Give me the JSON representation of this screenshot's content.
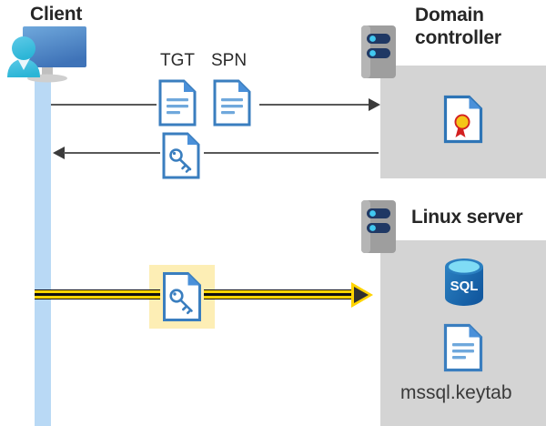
{
  "diagram": {
    "title": "Kerberos authentication flow between client, domain controller and Linux server",
    "background": "#ffffff",
    "colors": {
      "lifeline": "#b9d9f5",
      "zone_gray": "#d4d4d4",
      "line_gray": "#595959",
      "highlight_yellow": "#fdeeb5",
      "arrow_gold": "#ffd400",
      "doc_blue": "#3a7ebf",
      "sql_blue": "#1c6bb0",
      "seal_gold": "#f5c518",
      "seal_red": "#d32020",
      "server_gray": "#9e9e9e",
      "server_navy": "#1f3864",
      "server_dot": "#41c8f0",
      "text_dark": "#262626"
    }
  },
  "actors": {
    "client": {
      "label": "Client",
      "icon": "client-workstation-icon"
    },
    "domain_controller": {
      "label_line1": "Domain",
      "label_line2": "controller",
      "icon": "server-rack-icon",
      "contents": [
        {
          "name": "certificate-document-icon",
          "label": ""
        }
      ]
    },
    "linux_server": {
      "label": "Linux server",
      "icon": "server-rack-icon",
      "contents": [
        {
          "name": "sql-database-icon",
          "label": "SQL"
        },
        {
          "name": "keytab-document-icon",
          "label": "mssql.keytab"
        }
      ]
    }
  },
  "flows": [
    {
      "id": "request",
      "direction": "right",
      "style": "plain",
      "artifacts": [
        {
          "label": "TGT",
          "icon": "document-icon"
        },
        {
          "label": "SPN",
          "icon": "document-icon"
        }
      ]
    },
    {
      "id": "response",
      "direction": "left",
      "style": "plain",
      "artifacts": [
        {
          "label": "",
          "icon": "key-document-icon"
        }
      ]
    },
    {
      "id": "keytab-auth",
      "direction": "right",
      "style": "highlighted",
      "artifacts": [
        {
          "label": "",
          "icon": "key-document-icon"
        }
      ]
    }
  ],
  "labels": {
    "tgt": "TGT",
    "spn": "SPN",
    "sql": "SQL",
    "keytab_file": "mssql.keytab",
    "client": "Client",
    "domain_line1": "Domain",
    "domain_line2": "controller",
    "linux": "Linux server"
  }
}
